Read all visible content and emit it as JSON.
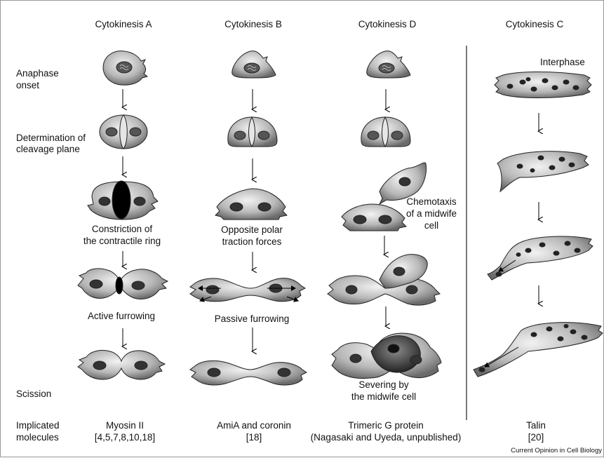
{
  "columns": [
    {
      "title": "Cytokinesis A",
      "molecule_line1": "Myosin II",
      "molecule_line2": "[4,5,7,8,10,18]"
    },
    {
      "title": "Cytokinesis B",
      "molecule_line1": "AmiA  and coronin",
      "molecule_line2": "[18]"
    },
    {
      "title": "Cytokinesis D",
      "molecule_line1": "Trimeric G protein",
      "molecule_line2": "(Nagasaki and Uyeda, unpublished)"
    },
    {
      "title": "Cytokinesis C",
      "molecule_line1": "Talin",
      "molecule_line2": "[20]"
    }
  ],
  "row_labels": {
    "anaphase_line1": "Anaphase",
    "anaphase_line2": "onset",
    "determination_line1": "Determination of",
    "determination_line2": "cleavage plane",
    "scission": "Scission",
    "implicated_line1": "Implicated",
    "implicated_line2": "molecules"
  },
  "stage_labels": {
    "a_constriction_line1": "Constriction of",
    "a_constriction_line2": "the contractile ring",
    "a_active": "Active furrowing",
    "b_polar_line1": "Opposite polar",
    "b_polar_line2": "traction forces",
    "b_passive": "Passive furrowing",
    "d_chemotaxis_line1": "Chemotaxis",
    "d_chemotaxis_line2": "of a midwife",
    "d_chemotaxis_line3": "cell",
    "d_severing_line1": "Severing by",
    "d_severing_line2": "the midwife cell",
    "c_interphase": "Interphase"
  },
  "credit": "Current Opinion in Cell Biology"
}
